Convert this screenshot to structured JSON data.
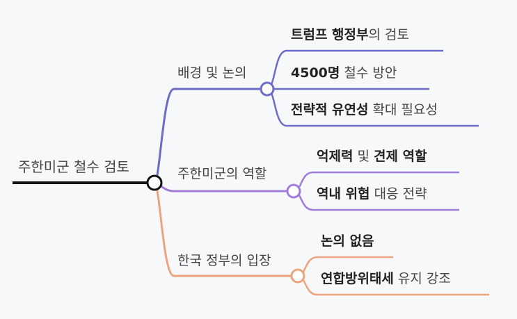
{
  "root": {
    "label": "주한미군 철수 검토",
    "color": "#111111"
  },
  "branches": [
    {
      "label": "배경 및 논의",
      "color": "#6c6cc8",
      "children": [
        [
          {
            "text": "트럼프 행정부",
            "bold": true
          },
          {
            "text": "의 검토",
            "bold": false
          }
        ],
        [
          {
            "text": "4500명",
            "bold": true
          },
          {
            "text": " 철수 방안",
            "bold": false
          }
        ],
        [
          {
            "text": "전략적 유연성",
            "bold": true
          },
          {
            "text": " 확대 필요성",
            "bold": false
          }
        ]
      ]
    },
    {
      "label": "주한미군의 역할",
      "color": "#a07cd8",
      "children": [
        [
          {
            "text": "억제력",
            "bold": true
          },
          {
            "text": " 및 ",
            "bold": false
          },
          {
            "text": "견제 역할",
            "bold": true
          }
        ],
        [
          {
            "text": "역내 위협",
            "bold": true
          },
          {
            "text": " 대응 전략",
            "bold": false
          }
        ]
      ]
    },
    {
      "label": "한국 정부의 입장",
      "color": "#eba47c",
      "children": [
        [
          {
            "text": "논의 없음",
            "bold": true
          }
        ],
        [
          {
            "text": "연합방위태세",
            "bold": true
          },
          {
            "text": " 유지 강조",
            "bold": false
          }
        ]
      ]
    }
  ]
}
